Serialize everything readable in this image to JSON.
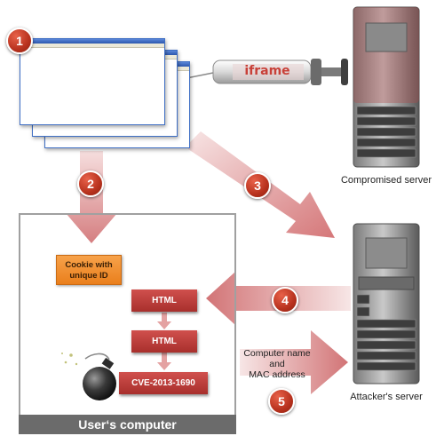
{
  "badges": [
    "1",
    "2",
    "3",
    "4",
    "5"
  ],
  "labels": {
    "iframe": "iframe",
    "compromised_server": "Compromised server",
    "attackers_server": "Attacker's server",
    "cookie_line1": "Cookie with",
    "cookie_line2": "unique ID",
    "html_1": "HTML",
    "html_2": "HTML",
    "cve": "CVE-2013-1690",
    "computer_name": "Computer name",
    "and": "and",
    "mac_address": "MAC address",
    "users_computer": "User‘s computer"
  },
  "colors": {
    "arrow": "#d9898a",
    "badge": "#c0392b",
    "cookie": "#f08a24",
    "html_box": "#b83c39",
    "panel_footer": "#6b6b6b"
  },
  "icons": [
    "browser-window-icon",
    "syringe-icon",
    "server-icon",
    "bomb-icon"
  ]
}
